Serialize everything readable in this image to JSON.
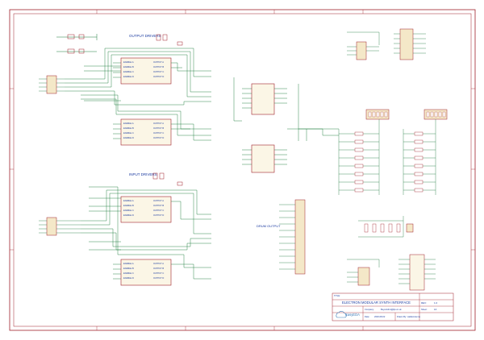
{
  "title_block": {
    "title_label": "TITLE:",
    "title": "ELECTRON MODULAR SYNTH INTERFACE",
    "rev_label": "REV:",
    "rev": "1.0",
    "company_label": "Company:",
    "company": "Buyer/eilmi@ijlo.co.uk",
    "sheet_label": "Sheet:",
    "sheet": "1/1",
    "date_label": "Date:",
    "date": "2020-08-02",
    "drawn_label": "Drawn By:",
    "drawn_by": "waldenvienna",
    "logo_text": "EasyEDA"
  },
  "blocks": {
    "output_drivers": "OUTPUT DRIVERS",
    "input_drivers": "INPUT DRIVERS",
    "drum_output": "DRUM OUTPUT"
  },
  "colors": {
    "border": "#a0202a",
    "wire": "#1a7a3a",
    "component": "#a0202a",
    "label": "#1a3aa0",
    "logo": "#3a7ab8"
  }
}
